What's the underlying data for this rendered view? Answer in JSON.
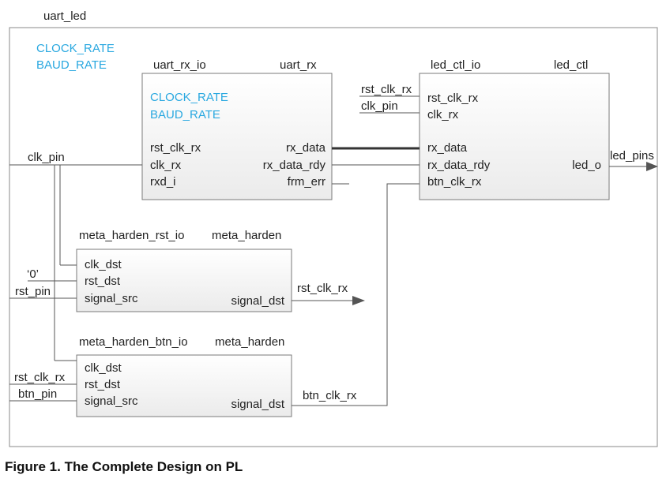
{
  "top": {
    "name": "uart_led",
    "params": [
      "CLOCK_RATE",
      "BAUD_RATE"
    ]
  },
  "uart_rx_block": {
    "instance": "uart_rx_io",
    "module": "uart_rx",
    "params": [
      "CLOCK_RATE",
      "BAUD_RATE"
    ],
    "inputs": [
      "rst_clk_rx",
      "clk_rx",
      "rxd_i"
    ],
    "outputs": [
      "rx_data",
      "rx_data_rdy",
      "frm_err"
    ]
  },
  "led_ctl_block": {
    "instance": "led_ctl_io",
    "module": "led_ctl",
    "inputs_top": [
      "rst_clk_rx",
      "clk_rx"
    ],
    "inputs": [
      "rx_data",
      "rx_data_rdy",
      "btn_clk_rx"
    ],
    "output": "led_o"
  },
  "meta_rst_block": {
    "instance": "meta_harden_rst_io",
    "module": "meta_harden",
    "inputs": [
      "clk_dst",
      "rst_dst",
      "signal_src"
    ],
    "output": "signal_dst"
  },
  "meta_btn_block": {
    "instance": "meta_harden_btn_io",
    "module": "meta_harden",
    "inputs": [
      "clk_dst",
      "rst_dst",
      "signal_src"
    ],
    "output": "signal_dst"
  },
  "nets": {
    "clk_pin_main": "clk_pin",
    "zero": "‘0’",
    "rst_pin": "rst_pin",
    "rst_clk_rx_in": "rst_clk_rx",
    "btn_pin": "btn_pin",
    "rst_clk_rx_out": "rst_clk_rx",
    "btn_clk_rx_out": "btn_clk_rx",
    "led_pins": "led_pins",
    "led_rst_clk_rx": "rst_clk_rx",
    "led_clk_pin": "clk_pin"
  },
  "colors": {
    "param": "#29a8e0",
    "text": "#222222",
    "line": "#555555"
  },
  "caption": "Figure 1. The Complete Design on PL"
}
